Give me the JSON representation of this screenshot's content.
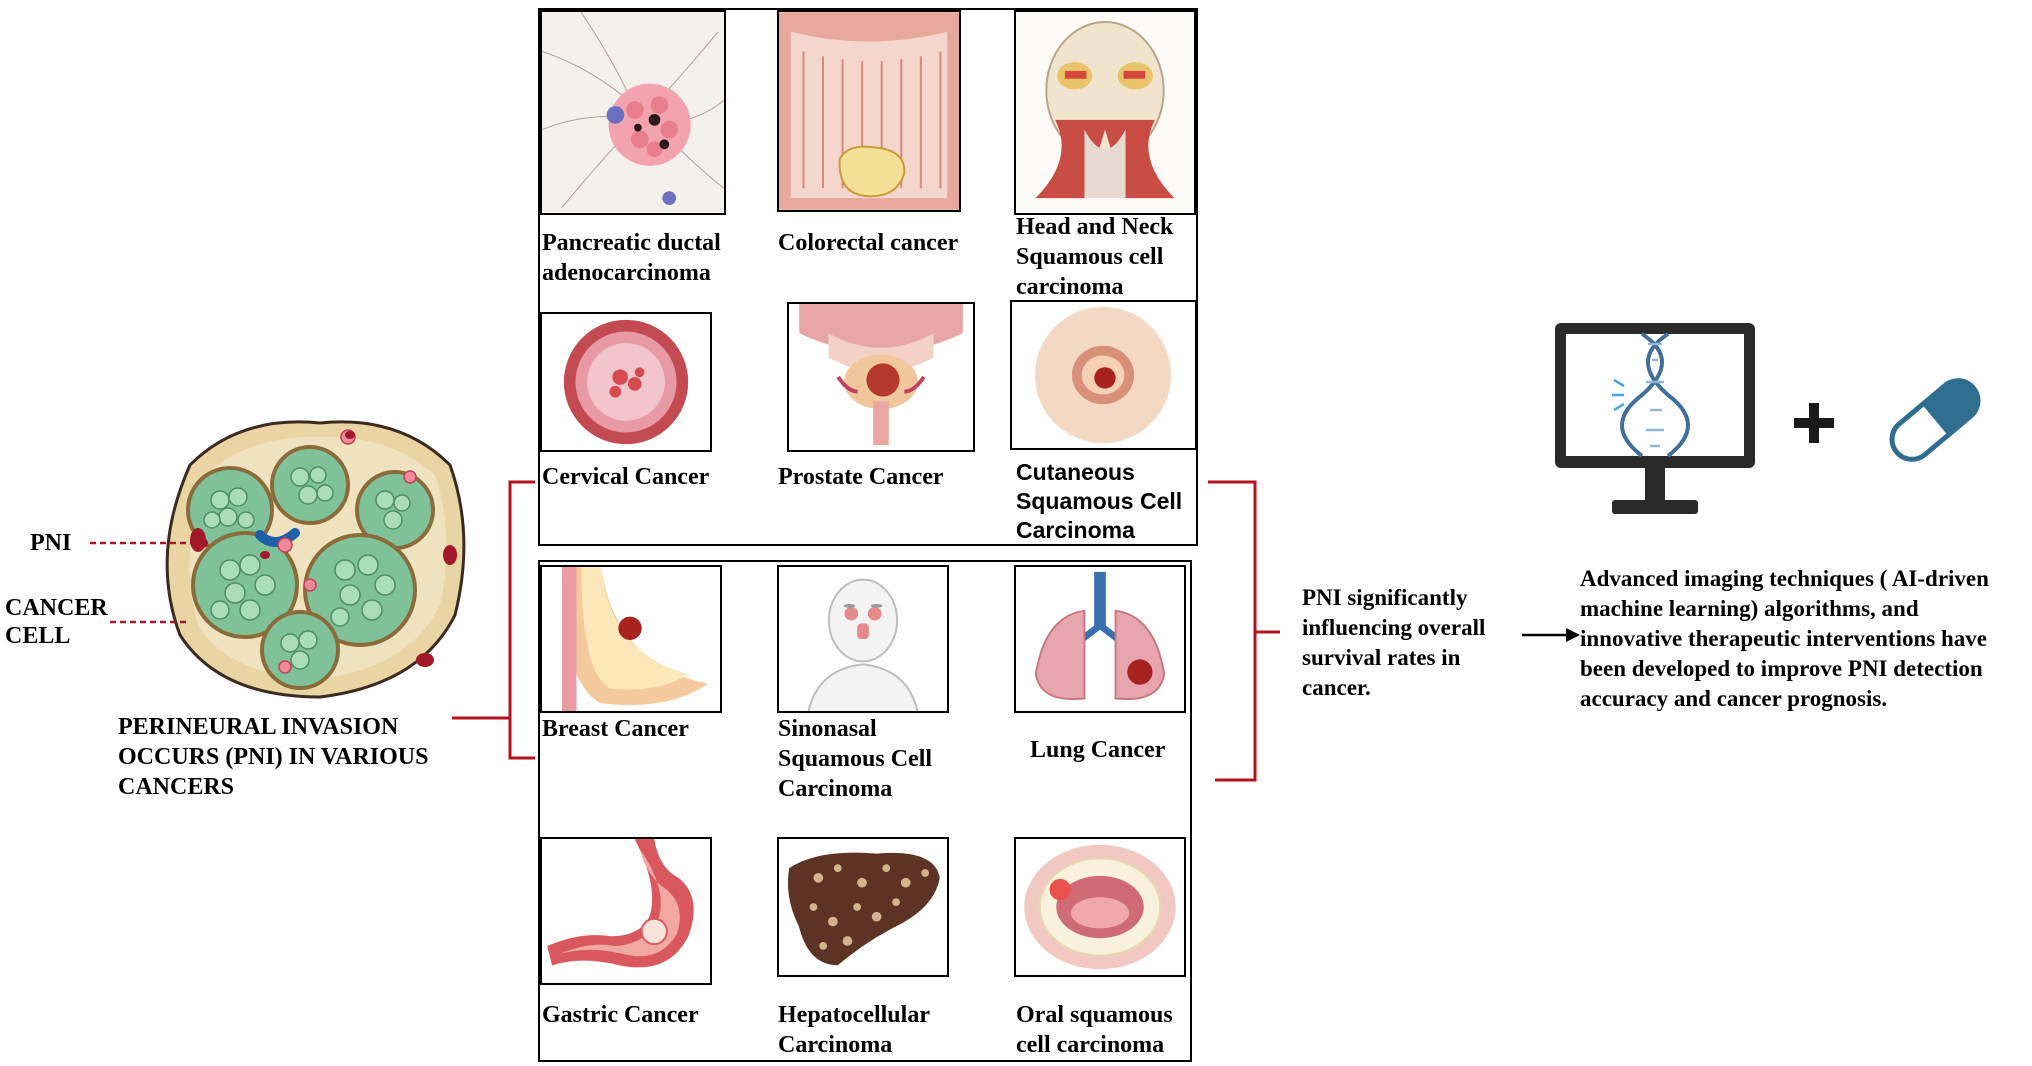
{
  "left": {
    "pni_label": "PNI",
    "cancer_cell_label": "CANCER\nCELL",
    "caption": "PERINEURAL INVASION\nOCCURS (PNI) IN VARIOUS\nCANCERS"
  },
  "cancers": {
    "pancreatic": "Pancreatic ductal\nadenocarcinoma",
    "colorectal": "Colorectal cancer",
    "head_neck": "Head and Neck\nSquamous cell\ncarcinoma",
    "cervical": "Cervical Cancer",
    "prostate": "Prostate Cancer",
    "cutaneous": "Cutaneous\nSquamous Cell\nCarcinoma",
    "breast": "Breast Cancer",
    "sinonasal": "Sinonasal\nSquamous Cell\nCarcinoma",
    "lung": "Lung Cancer",
    "gastric": "Gastric Cancer",
    "hepatocellular": "Hepatocellular\nCarcinoma",
    "oral": "Oral squamous\ncell carcinoma"
  },
  "middle_text": "PNI significantly\ninfluencing overall\nsurvival rates in\ncancer.",
  "right_text": "Advanced imaging techniques ( AI-driven\nmachine learning) algorithms, and\ninnovative therapeutic interventions have\nbeen developed to improve PNI detection\naccuracy and cancer prognosis.",
  "colors": {
    "bracket": "#b5121b",
    "nerve_green": "#7fc29a",
    "tissue_tan": "#d9c79a",
    "pill_blue": "#2f6e8e"
  }
}
